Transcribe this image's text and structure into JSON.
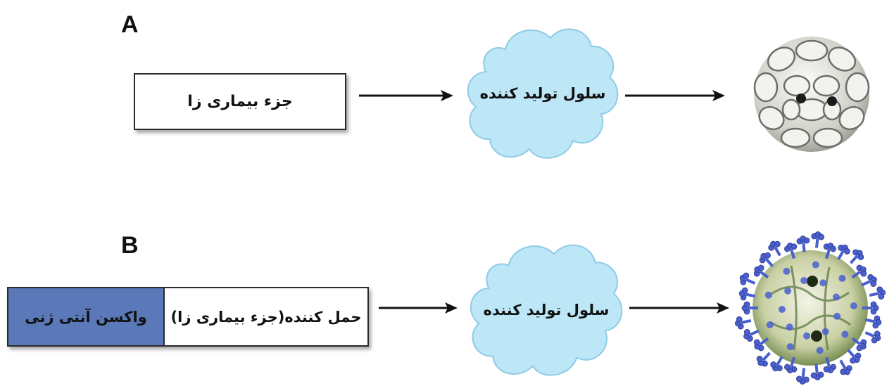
{
  "panels": {
    "a": {
      "label": "A",
      "pathogen_box": "جزء بیماری زا",
      "cell_cloud": "سلول تولید کننده",
      "product_icon": "protein-particle-icon"
    },
    "b": {
      "label": "B",
      "vaccine_segment": "واکسن آنتی ژنی",
      "carrier_segment": "حمل کننده(جزء بیماری زا)",
      "cell_cloud": "سلول تولید کننده",
      "product_icon": "virus-particle-with-spikes-icon"
    }
  },
  "colors": {
    "cloud_fill": "#bde6f7",
    "cloud_stroke": "#8fcbe6",
    "vaccine_segment_fill": "#5b78b8",
    "spike_color": "#4a5fd0",
    "particle_body": "#e6e8dc"
  }
}
